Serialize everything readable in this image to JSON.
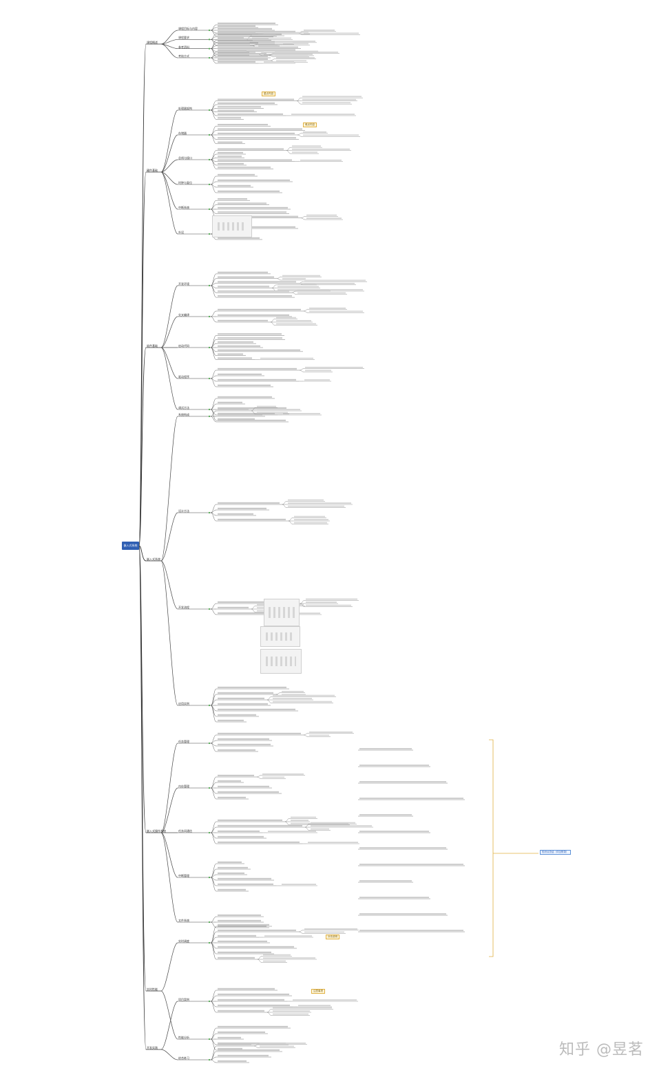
{
  "root": {
    "label": "嵌入式系统"
  },
  "branches": [
    {
      "label": "课程概述",
      "children": [
        "课程目标与内容",
        "课程要求",
        "参考资料",
        "考核方式"
      ]
    },
    {
      "label": "硬件基础",
      "children": [
        "处理器架构",
        "存储器",
        "总线与接口",
        "时钟与复位",
        "中断系统",
        "外设"
      ]
    },
    {
      "label": "软件基础",
      "children": [
        "开发环境",
        "交叉编译",
        "启动代码",
        "驱动程序",
        "调试方法"
      ]
    },
    {
      "label": "嵌入式系统",
      "children": [
        "系统构成",
        "设计方法",
        "开发流程",
        "应用实例"
      ]
    },
    {
      "label": "嵌入式操作系统",
      "children": [
        "任务管理",
        "内存管理",
        "任务间通信",
        "中断管理",
        "文件系统"
      ]
    },
    {
      "label": "实时性能",
      "children": [
        "实时调度",
        "性能分析"
      ]
    },
    {
      "label": "开发实践",
      "children": [
        "项目案例",
        "综合练习"
      ]
    }
  ],
  "callouts": {
    "c1": "重点内容",
    "c2": "难点内容",
    "c3": "知识点总结（详见附录）",
    "c4": "补充说明",
    "c5": "注意事项"
  },
  "watermark": "知乎 @昱茗"
}
